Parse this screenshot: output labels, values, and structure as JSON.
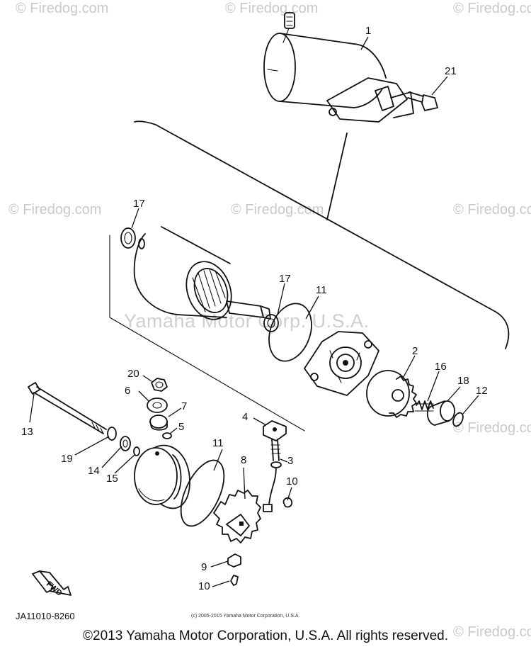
{
  "watermark": {
    "text": "© Firedog.com",
    "center_text": "Yamaha Motor Corp. U.S.A."
  },
  "callouts": [
    "1",
    "21",
    "17",
    "17",
    "11",
    "2",
    "16",
    "18",
    "12",
    "20",
    "6",
    "7",
    "5",
    "4",
    "3",
    "13",
    "19",
    "14",
    "15",
    "11",
    "8",
    "10",
    "9",
    "10"
  ],
  "fwd_label": "FWD",
  "diagram_code": "JA11010-8260",
  "small_copyright": "(c) 2005-2015 Yamaha Motor Corporation, U.S.A.",
  "footer_copyright": "©2013 Yamaha Motor Corporation, U.S.A. All rights reserved."
}
